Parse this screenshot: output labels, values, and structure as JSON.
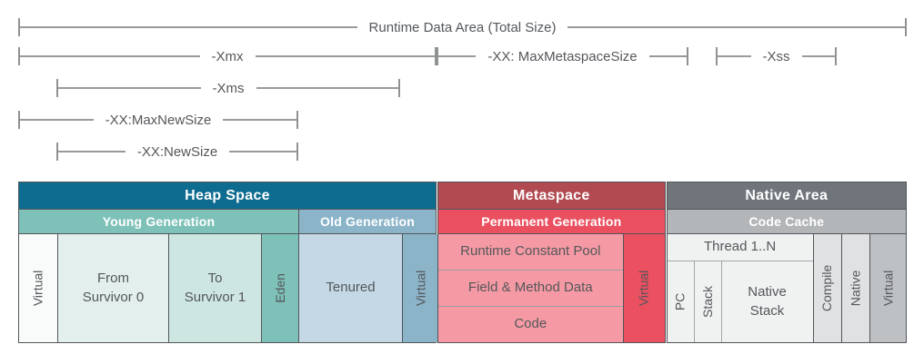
{
  "dims": {
    "total": "Runtime Data Area (Total Size)",
    "xmx": "-Xmx",
    "max_metaspace": "-XX: MaxMetaspaceSize",
    "xss": "-Xss",
    "xms": "-Xms",
    "max_new_size": "-XX:MaxNewSize",
    "new_size": "-XX:NewSize"
  },
  "heap": {
    "title": "Heap Space",
    "young_label": "Young Generation",
    "old_label": "Old Generation",
    "virtual_left": "Virtual",
    "from_survivor": "From\nSurvivor 0",
    "to_survivor": "To\nSurvivor 1",
    "eden": "Eden",
    "tenured": "Tenured",
    "virtual_right": "Virtual"
  },
  "metaspace": {
    "title": "Metaspace",
    "permgen_label": "Permanent Generation",
    "rows": [
      "Runtime Constant Pool",
      "Field & Method Data",
      "Code"
    ],
    "virtual": "Virtual"
  },
  "native": {
    "title": "Native Area",
    "code_cache_label": "Code Cache",
    "thread_label": "Thread 1..N",
    "pc": "PC",
    "stack": "Stack",
    "native_stack": "Native\nStack",
    "compile": "Compile",
    "native_col": "Native",
    "virtual": "Virtual"
  },
  "colors": {
    "heap_header": "#0e6c90",
    "young_generation": "#7ec1b8",
    "old_generation": "#8cb4c9",
    "survivor_from": "#e2efec",
    "survivor_to": "#cde6e1",
    "tenured": "#c4d8e5",
    "metaspace_header": "#b24a52",
    "permanent_generation": "#ea5060",
    "metaspace_cells": "#f59aa4",
    "native_header": "#6f757a",
    "code_cache": "#b2b6b8",
    "thread_cells": "#f0f1f1",
    "compile_native": "#e0e1e2",
    "native_virtual": "#bec1c3",
    "border": "#53565a",
    "dimension_line": "#8f9193",
    "text": "#54575b"
  }
}
